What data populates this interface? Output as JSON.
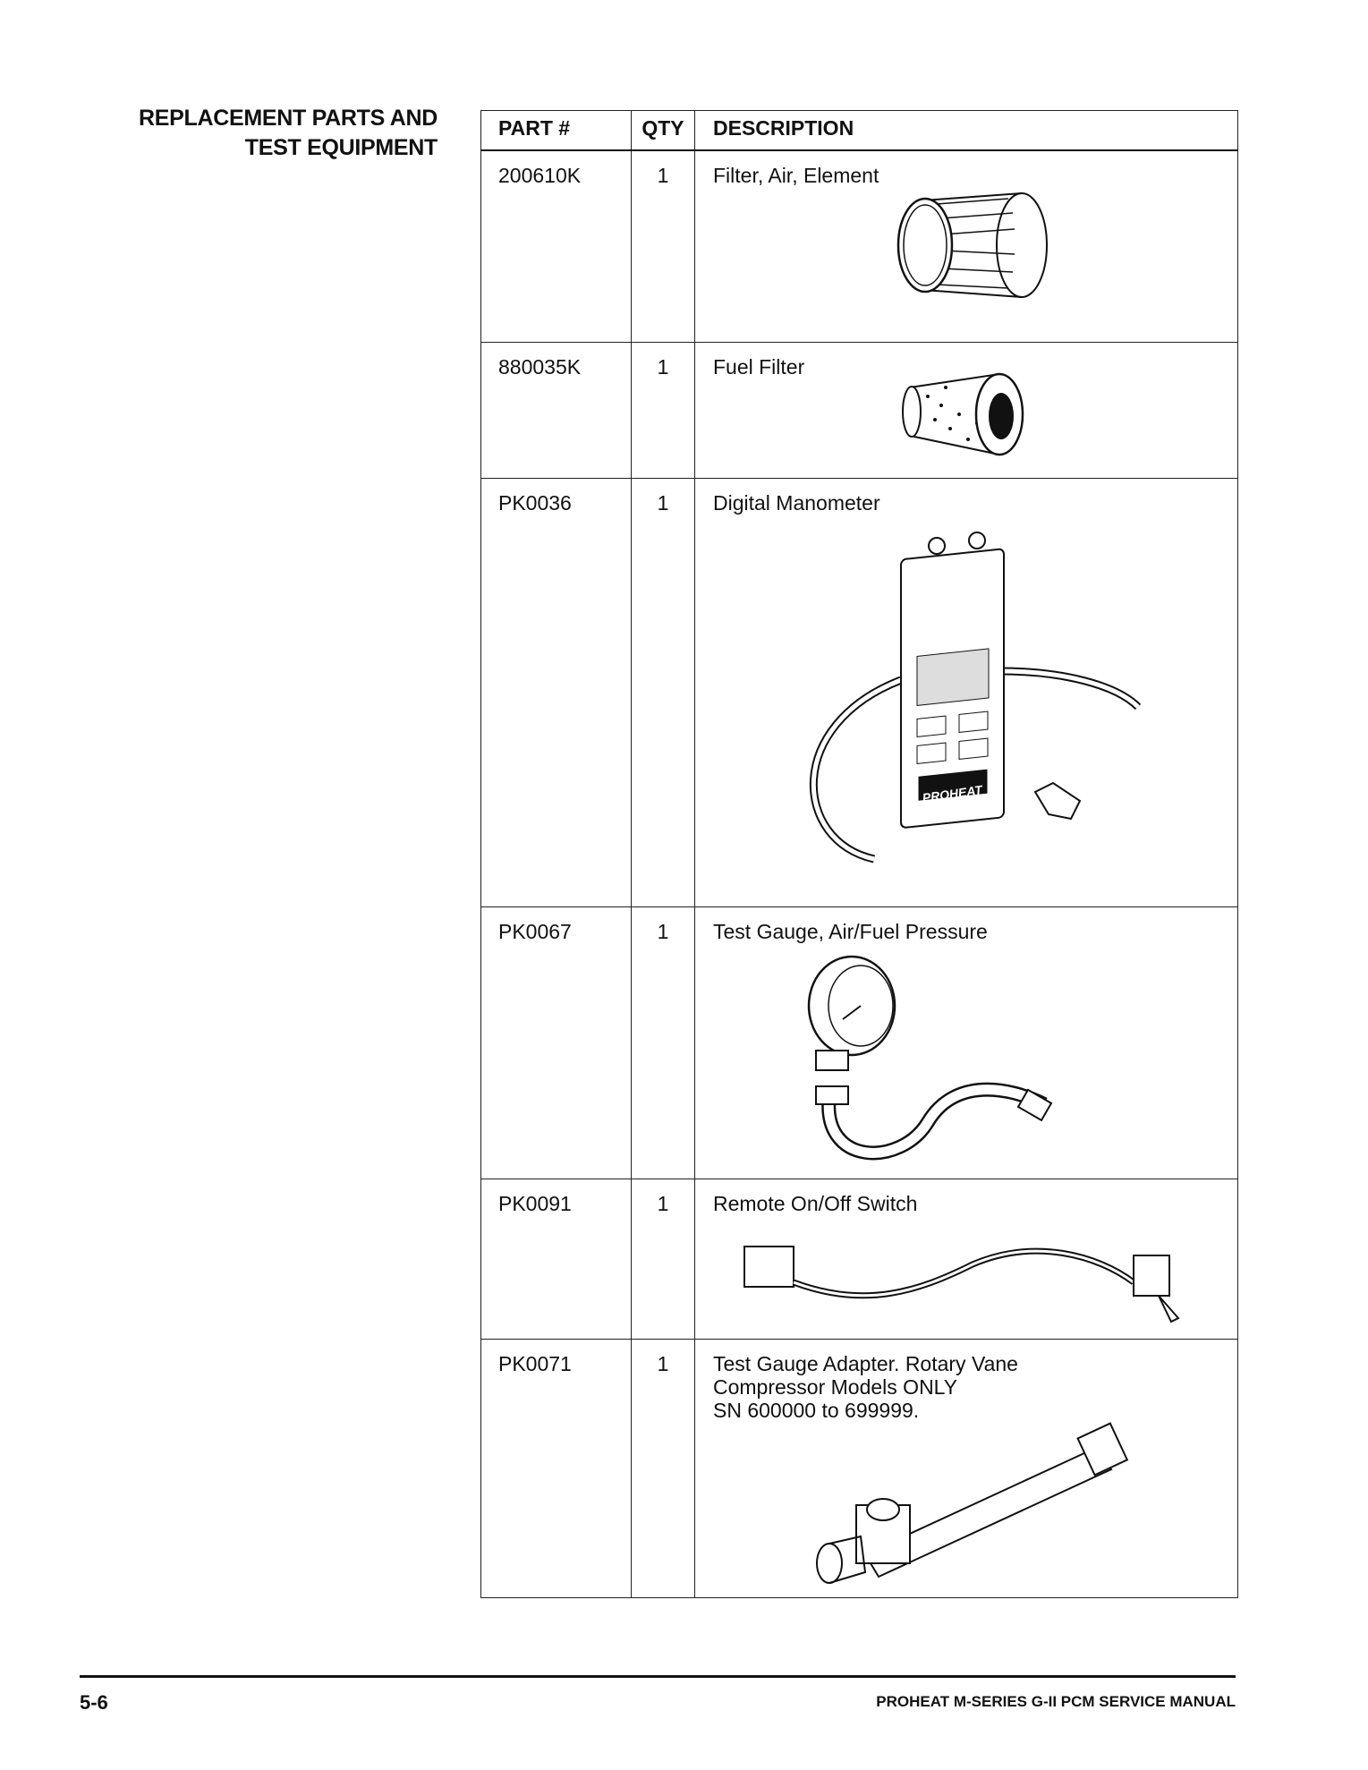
{
  "section_title": [
    "REPLACEMENT PARTS AND",
    "TEST EQUIPMENT"
  ],
  "table": {
    "headers": [
      "PART #",
      "QTY",
      "DESCRIPTION"
    ],
    "rows": [
      {
        "part": "200610K",
        "qty": "1",
        "description": "Filter, Air, Element",
        "icon": "air-filter-element-illustration"
      },
      {
        "part": "880035K",
        "qty": "1",
        "description": "Fuel Filter",
        "icon": "fuel-filter-illustration"
      },
      {
        "part": "PK0036",
        "qty": "1",
        "description": "Digital Manometer",
        "icon": "digital-manometer-illustration"
      },
      {
        "part": "PK0067",
        "qty": "1",
        "description": "Test Gauge, Air/Fuel Pressure",
        "icon": "pressure-gauge-illustration"
      },
      {
        "part": "PK0091",
        "qty": "1",
        "description": "Remote On/Off Switch",
        "icon": "remote-switch-illustration"
      },
      {
        "part": "PK0071",
        "qty": "1",
        "description": "Test Gauge Adapter. Rotary Vane\nCompressor Models ONLY\nSN 600000 to 699999.",
        "icon": "gauge-adapter-illustration"
      }
    ]
  },
  "manometer_logo": "PROHEAT",
  "footer": {
    "page_number": "5-6",
    "manual_title": "PROHEAT M-SERIES G-II PCM SERVICE MANUAL"
  }
}
